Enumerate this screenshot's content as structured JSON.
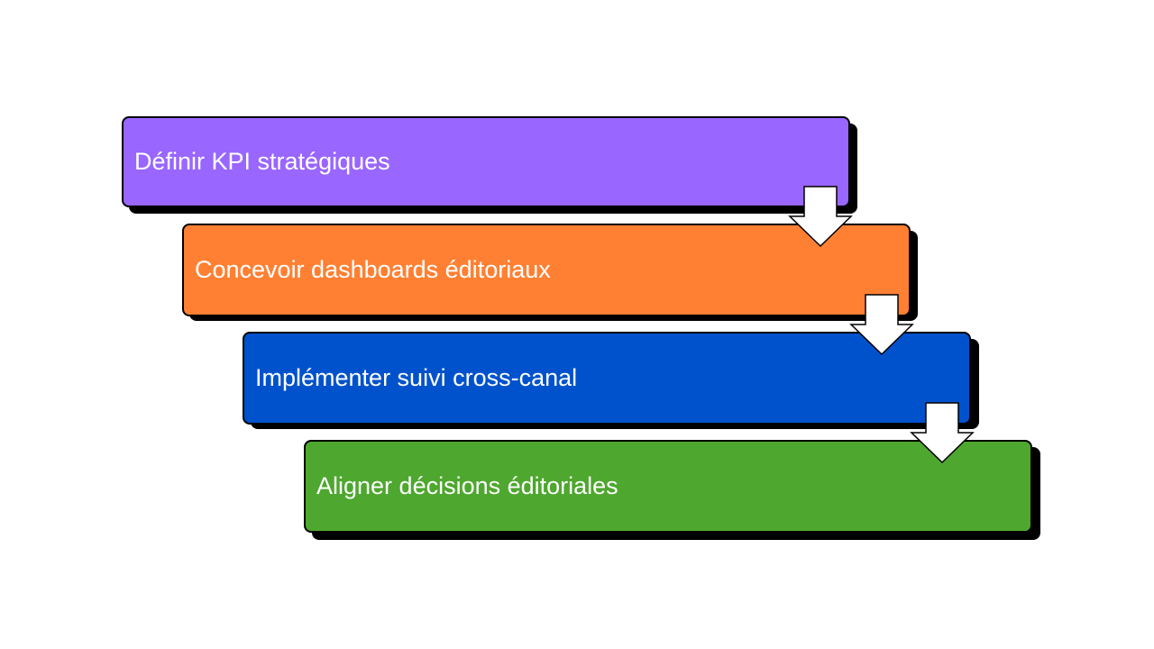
{
  "diagram": {
    "steps": [
      {
        "label": "Définir KPI stratégiques",
        "color": "#9966ff"
      },
      {
        "label": "Concevoir dashboards éditoriaux",
        "color": "#ff8033"
      },
      {
        "label": "Implémenter suivi cross-canal",
        "color": "#0052cc"
      },
      {
        "label": "Aligner décisions éditoriales",
        "color": "#4ea72e"
      }
    ],
    "arrow_icon": "down-arrow-icon",
    "border_color": "#000000",
    "shadow_color": "#000000",
    "text_color": "#ffffff"
  }
}
